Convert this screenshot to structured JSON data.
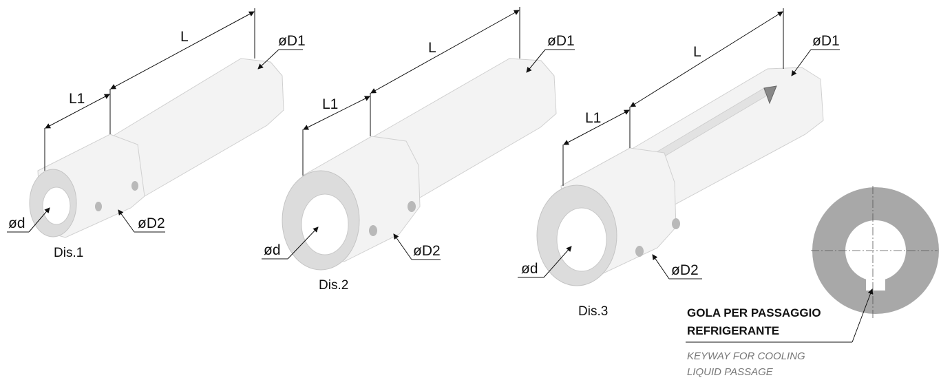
{
  "drawings": [
    {
      "caption": "Dis.1",
      "labels": {
        "L": "L",
        "L1": "L1",
        "D1": "øD1",
        "D2": "øD2",
        "d": "ød"
      }
    },
    {
      "caption": "Dis.2",
      "labels": {
        "L": "L",
        "L1": "L1",
        "D1": "øD1",
        "D2": "øD2",
        "d": "ød"
      }
    },
    {
      "caption": "Dis.3",
      "labels": {
        "L": "L",
        "L1": "L1",
        "D1": "øD1",
        "D2": "øD2",
        "d": "ød"
      }
    }
  ],
  "keyway_note": {
    "title_line1": "GOLA PER PASSAGGIO",
    "title_line2": "REFRIGERANTE",
    "subtitle_line1": "KEYWAY FOR COOLING",
    "subtitle_line2": "LIQUID PASSAGE"
  }
}
